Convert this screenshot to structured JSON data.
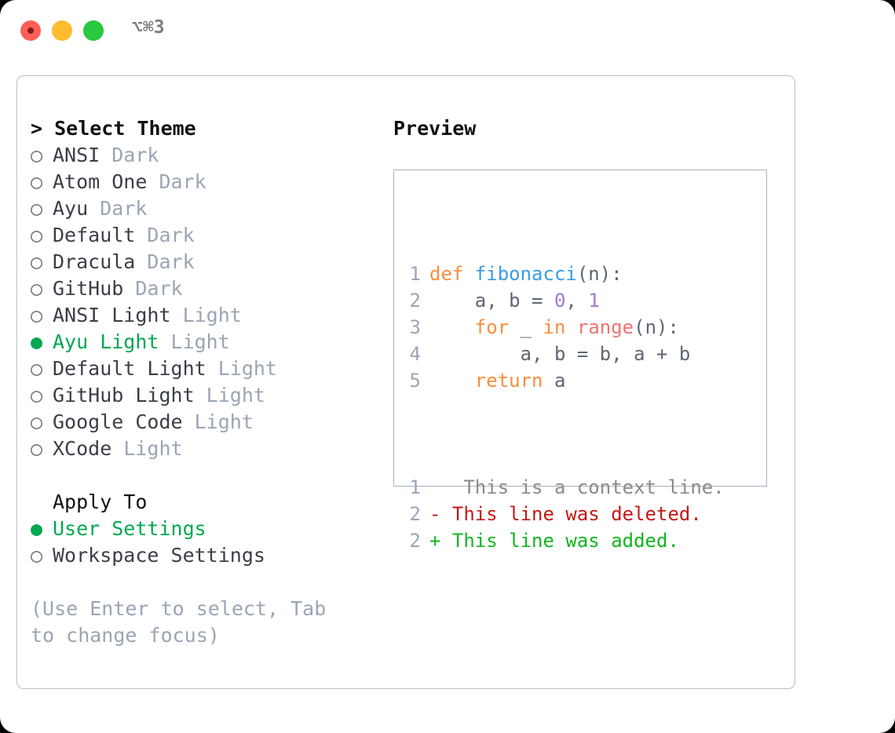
{
  "titlebar": {
    "shortcut": "⌥⌘3",
    "buttons": [
      {
        "name": "close",
        "color": "#FF5F57"
      },
      {
        "name": "minimize",
        "color": "#FEBC2E"
      },
      {
        "name": "maximize",
        "color": "#28C840"
      }
    ]
  },
  "theme_picker": {
    "header": "> Select Theme",
    "selected_marker": "●",
    "unselected_marker": "○",
    "options": [
      {
        "name": "ANSI",
        "variant": "Dark",
        "selected": false
      },
      {
        "name": "Atom One",
        "variant": "Dark",
        "selected": false
      },
      {
        "name": "Ayu",
        "variant": "Dark",
        "selected": false
      },
      {
        "name": "Default",
        "variant": "Dark",
        "selected": false
      },
      {
        "name": "Dracula",
        "variant": "Dark",
        "selected": false
      },
      {
        "name": "GitHub",
        "variant": "Dark",
        "selected": false
      },
      {
        "name": "ANSI Light",
        "variant": "Light",
        "selected": false
      },
      {
        "name": "Ayu Light",
        "variant": "Light",
        "selected": true
      },
      {
        "name": "Default Light",
        "variant": "Light",
        "selected": false
      },
      {
        "name": "GitHub Light",
        "variant": "Light",
        "selected": false
      },
      {
        "name": "Google Code",
        "variant": "Light",
        "selected": false
      },
      {
        "name": "XCode",
        "variant": "Light",
        "selected": false
      }
    ]
  },
  "apply_to": {
    "header": "Apply To",
    "options": [
      {
        "label": "User Settings",
        "selected": true
      },
      {
        "label": "Workspace Settings",
        "selected": false
      }
    ]
  },
  "hint": "(Use Enter to select, Tab to change focus)",
  "preview": {
    "label": "Preview",
    "code_lines": [
      {
        "number": "1",
        "tokens": [
          {
            "text": "def ",
            "type": "kw"
          },
          {
            "text": "fibonacci",
            "type": "fn"
          },
          {
            "text": "(n):",
            "type": "txt"
          }
        ]
      },
      {
        "number": "2",
        "tokens": [
          {
            "text": "    a, b = ",
            "type": "txt"
          },
          {
            "text": "0",
            "type": "num"
          },
          {
            "text": ", ",
            "type": "txt"
          },
          {
            "text": "1",
            "type": "num"
          }
        ]
      },
      {
        "number": "3",
        "tokens": [
          {
            "text": "    ",
            "type": "txt"
          },
          {
            "text": "for",
            "type": "kw"
          },
          {
            "text": " _ ",
            "type": "txt"
          },
          {
            "text": "in",
            "type": "kw"
          },
          {
            "text": " ",
            "type": "txt"
          },
          {
            "text": "range",
            "type": "call"
          },
          {
            "text": "(n):",
            "type": "txt"
          }
        ]
      },
      {
        "number": "4",
        "tokens": [
          {
            "text": "        a, b = b, a + b",
            "type": "txt"
          }
        ]
      },
      {
        "number": "5",
        "tokens": [
          {
            "text": "    ",
            "type": "txt"
          },
          {
            "text": "return",
            "type": "kw"
          },
          {
            "text": " a",
            "type": "txt"
          }
        ]
      }
    ],
    "diff_lines": [
      {
        "number": "1",
        "sign": " ",
        "text": "  This is a context line.",
        "kind": "ctx"
      },
      {
        "number": "2",
        "sign": "-",
        "text": " This line was deleted.",
        "kind": "del"
      },
      {
        "number": "2",
        "sign": "+",
        "text": " This line was added.",
        "kind": "add"
      }
    ]
  },
  "colors": {
    "accent_green": "#00A84F",
    "badge_gray": "#9AA5B5",
    "keyword_orange": "#FA8D3E",
    "function_blue": "#399EE6",
    "number_purple": "#A37ACC",
    "call_red": "#F07171",
    "code_text": "#5C6773",
    "diff_delete": "#C41A16",
    "diff_add": "#12B520",
    "panel_border": "#B9BFC9"
  }
}
